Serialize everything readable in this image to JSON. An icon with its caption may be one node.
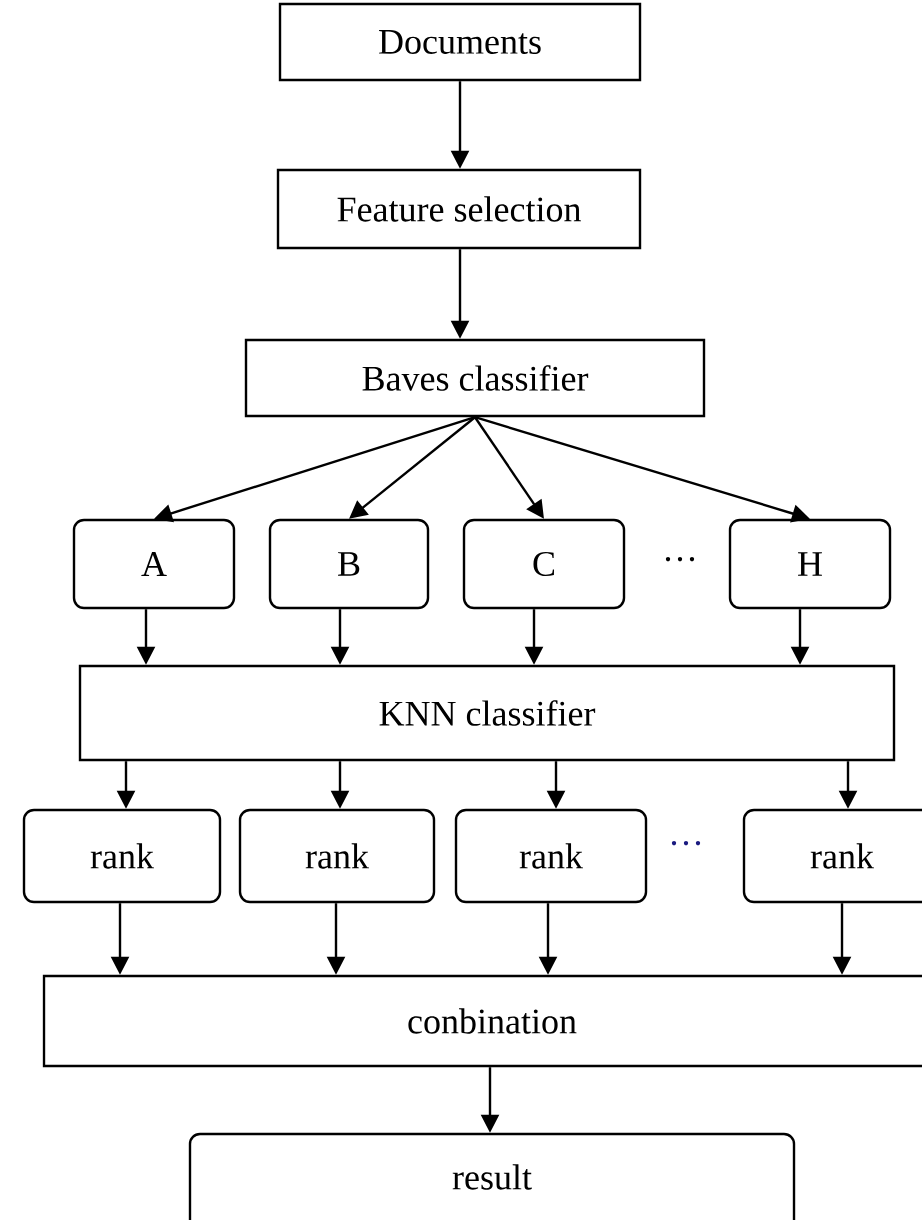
{
  "diagram": {
    "nodes": [
      {
        "text": [
          "Documents"
        ]
      },
      {
        "text": [
          "Feature selection"
        ]
      },
      {
        "text": [
          "Baves classifier"
        ]
      },
      {
        "text": [
          "A"
        ]
      },
      {
        "text": [
          "B"
        ]
      },
      {
        "text": [
          "C"
        ]
      },
      {
        "text": [
          "H"
        ]
      },
      {
        "text": [
          "KNN classifier"
        ]
      },
      {
        "text": [
          "rank"
        ]
      },
      {
        "text": [
          "rank"
        ]
      },
      {
        "text": [
          "rank"
        ]
      },
      {
        "text": [
          "rank"
        ]
      },
      {
        "text": [
          "conbination"
        ]
      },
      {
        "text": [
          "result"
        ]
      }
    ],
    "edges": [
      {
        "from": 0,
        "to": 1,
        "arrow": "to"
      },
      {
        "from": 1,
        "to": 2,
        "arrow": "to"
      },
      {
        "from": 2,
        "to": 3,
        "arrow": "to"
      },
      {
        "from": 2,
        "to": 4,
        "arrow": "to"
      },
      {
        "from": 2,
        "to": 5,
        "arrow": "to"
      },
      {
        "from": 2,
        "to": 6,
        "arrow": "to"
      },
      {
        "from": 3,
        "to": 7,
        "arrow": "to"
      },
      {
        "from": 4,
        "to": 7,
        "arrow": "to"
      },
      {
        "from": 5,
        "to": 7,
        "arrow": "to"
      },
      {
        "from": 6,
        "to": 7,
        "arrow": "to"
      },
      {
        "from": 7,
        "to": 8,
        "arrow": "to"
      },
      {
        "from": 7,
        "to": 9,
        "arrow": "to"
      },
      {
        "from": 7,
        "to": 10,
        "arrow": "to"
      },
      {
        "from": 7,
        "to": 11,
        "arrow": "to"
      },
      {
        "from": 8,
        "to": 12,
        "arrow": "to"
      },
      {
        "from": 9,
        "to": 12,
        "arrow": "to"
      },
      {
        "from": 10,
        "to": 12,
        "arrow": "to"
      },
      {
        "from": 11,
        "to": 12,
        "arrow": "to"
      },
      {
        "from": 12,
        "to": 13,
        "arrow": "to"
      }
    ],
    "labels": [
      "···",
      "···"
    ]
  }
}
